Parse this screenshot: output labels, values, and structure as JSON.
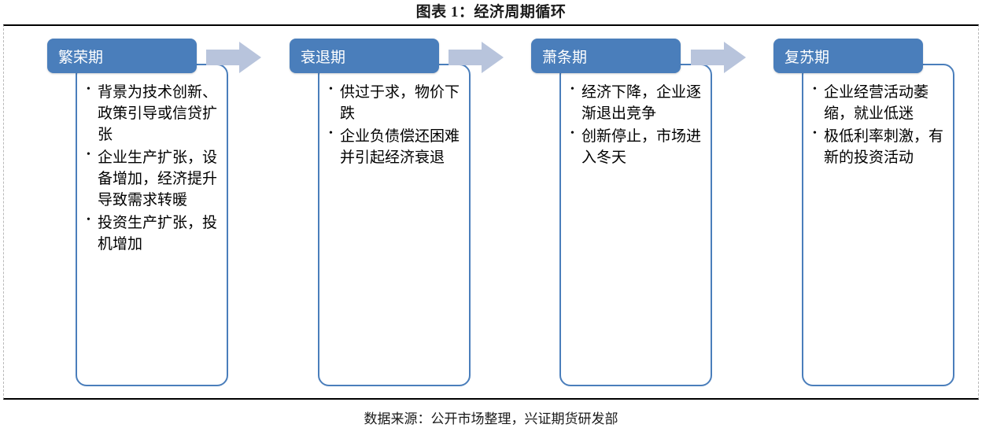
{
  "figure": {
    "title": "图表 1：经济周期循环",
    "source": "数据来源：公开市场整理，兴证期货研发部"
  },
  "colors": {
    "header_fill": "#4a7ebb",
    "body_border": "#4a7ebb",
    "arrow_fill": "#b8c4dc",
    "frame_rule": "#000000",
    "text": "#000000"
  },
  "phases": [
    {
      "label": "繁荣期",
      "bullets": [
        "背景为技术创新、政策引导或信贷扩张",
        "企业生产扩张，设备增加，经济提升导致需求转暖",
        "投资生产扩张，投机增加"
      ]
    },
    {
      "label": "衰退期",
      "bullets": [
        "供过于求，物价下跌",
        "企业负债偿还困难并引起经济衰退"
      ]
    },
    {
      "label": "萧条期",
      "bullets": [
        "经济下降，企业逐渐退出竞争",
        "创新停止，市场进入冬天"
      ]
    },
    {
      "label": "复苏期",
      "bullets": [
        "企业经营活动萎缩，就业低迷",
        "极低利率刺激，有新的投资活动"
      ]
    }
  ],
  "arrows": [
    {
      "name": "arrow-prosperity-to-recession"
    },
    {
      "name": "arrow-recession-to-depression"
    },
    {
      "name": "arrow-depression-to-recovery"
    }
  ]
}
